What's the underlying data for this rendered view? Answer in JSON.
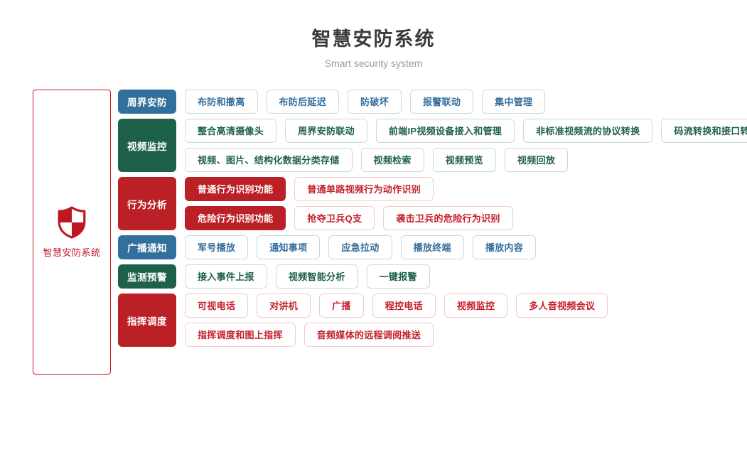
{
  "header": {
    "title": "智慧安防系统",
    "subtitle": "Smart security system"
  },
  "root": {
    "label": "智慧安防系统",
    "icon": "shield-icon",
    "color": "#c01622"
  },
  "colors": {
    "blue": "#31709c",
    "green": "#1d6149",
    "red": "#bb2026",
    "chip_blue_text": "#336d9c",
    "chip_green_text": "#1d6149",
    "chip_red_text": "#c5202a"
  },
  "rows": [
    {
      "category": "周界安防",
      "theme": "blue",
      "lines": [
        [
          {
            "label": "布防和撤离",
            "style": "outline"
          },
          {
            "label": "布防后延迟",
            "style": "outline"
          },
          {
            "label": "防破坏",
            "style": "outline"
          },
          {
            "label": "报警联动",
            "style": "outline"
          },
          {
            "label": "集中管理",
            "style": "outline"
          }
        ]
      ]
    },
    {
      "category": "视频监控",
      "theme": "green",
      "lines": [
        [
          {
            "label": "整合高清摄像头",
            "style": "outline"
          },
          {
            "label": "周界安防联动",
            "style": "outline"
          },
          {
            "label": "前端IP视频设备接入和管理",
            "style": "outline"
          },
          {
            "label": "非标准视频流的协议转换",
            "style": "outline"
          },
          {
            "label": "码流转换和接口转换",
            "style": "outline"
          }
        ],
        [
          {
            "label": "视频、图片、结构化数据分类存储",
            "style": "outline"
          },
          {
            "label": "视频检索",
            "style": "outline"
          },
          {
            "label": "视频预览",
            "style": "outline"
          },
          {
            "label": "视频回放",
            "style": "outline"
          }
        ]
      ]
    },
    {
      "category": "行为分析",
      "theme": "red",
      "lines": [
        [
          {
            "label": "普通行为识别功能",
            "style": "fill"
          },
          {
            "label": "普通单路视频行为动作识别",
            "style": "outline"
          }
        ],
        [
          {
            "label": "危险行为识别功能",
            "style": "fill"
          },
          {
            "label": "抢夺卫兵Q支",
            "style": "outline"
          },
          {
            "label": "袭击卫兵的危险行为识别",
            "style": "outline"
          }
        ]
      ]
    },
    {
      "category": "广播通知",
      "theme": "blue",
      "lines": [
        [
          {
            "label": "军号播放",
            "style": "outline"
          },
          {
            "label": "通知事项",
            "style": "outline"
          },
          {
            "label": "应急拉动",
            "style": "outline"
          },
          {
            "label": "播放终端",
            "style": "outline"
          },
          {
            "label": "播放内容",
            "style": "outline"
          }
        ]
      ]
    },
    {
      "category": "监测预警",
      "theme": "green",
      "lines": [
        [
          {
            "label": "接入事件上报",
            "style": "outline"
          },
          {
            "label": "视频智能分析",
            "style": "outline"
          },
          {
            "label": "一键报警",
            "style": "outline"
          }
        ]
      ]
    },
    {
      "category": "指挥调度",
      "theme": "red",
      "lines": [
        [
          {
            "label": "可视电话",
            "style": "outline"
          },
          {
            "label": "对讲机",
            "style": "outline"
          },
          {
            "label": "广播",
            "style": "outline"
          },
          {
            "label": "程控电话",
            "style": "outline"
          },
          {
            "label": "视频监控",
            "style": "outline"
          },
          {
            "label": "多人音视频会议",
            "style": "outline"
          }
        ],
        [
          {
            "label": "指挥调度和图上指挥",
            "style": "outline"
          },
          {
            "label": "音频媒体的远程调阅推送",
            "style": "outline"
          }
        ]
      ]
    }
  ]
}
